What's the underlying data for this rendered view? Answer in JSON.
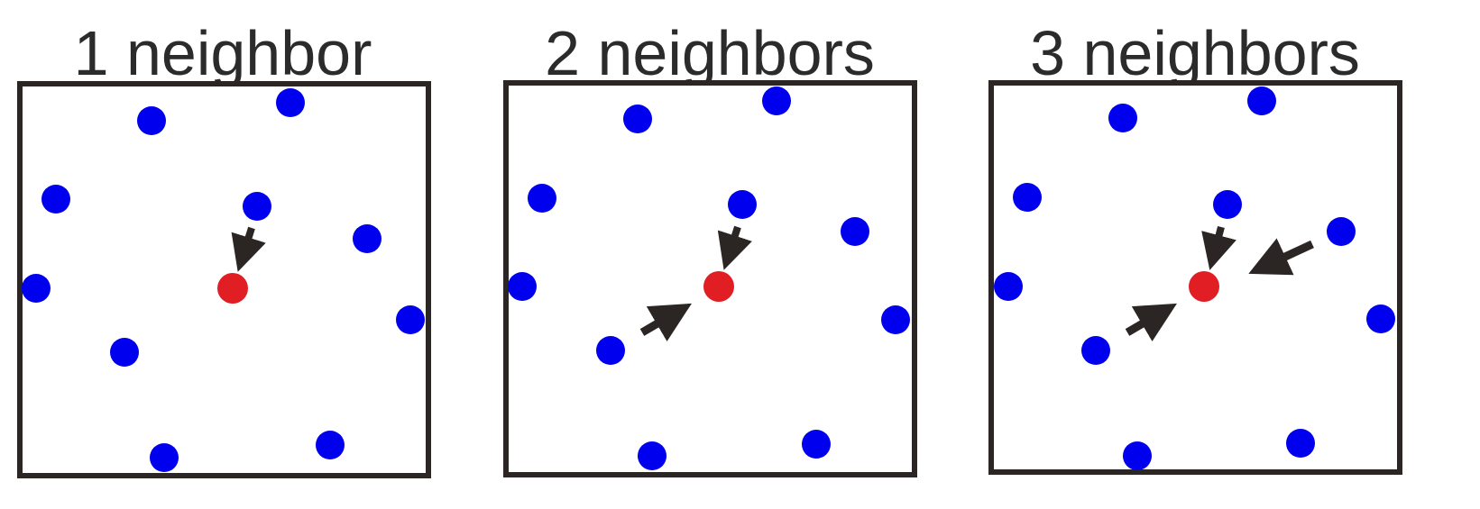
{
  "figure": {
    "colors": {
      "frame": "#2b2624",
      "neighbor_point": "#0000ee",
      "focal_point": "#e01e24",
      "arrow": "#2b2624",
      "title": "#2b2b2b"
    },
    "panels": [
      {
        "title": "1 neighbor",
        "neighbor_count": 1
      },
      {
        "title": "2 neighbors",
        "neighbor_count": 2
      },
      {
        "title": "3 neighbors",
        "neighbor_count": 3
      }
    ]
  }
}
